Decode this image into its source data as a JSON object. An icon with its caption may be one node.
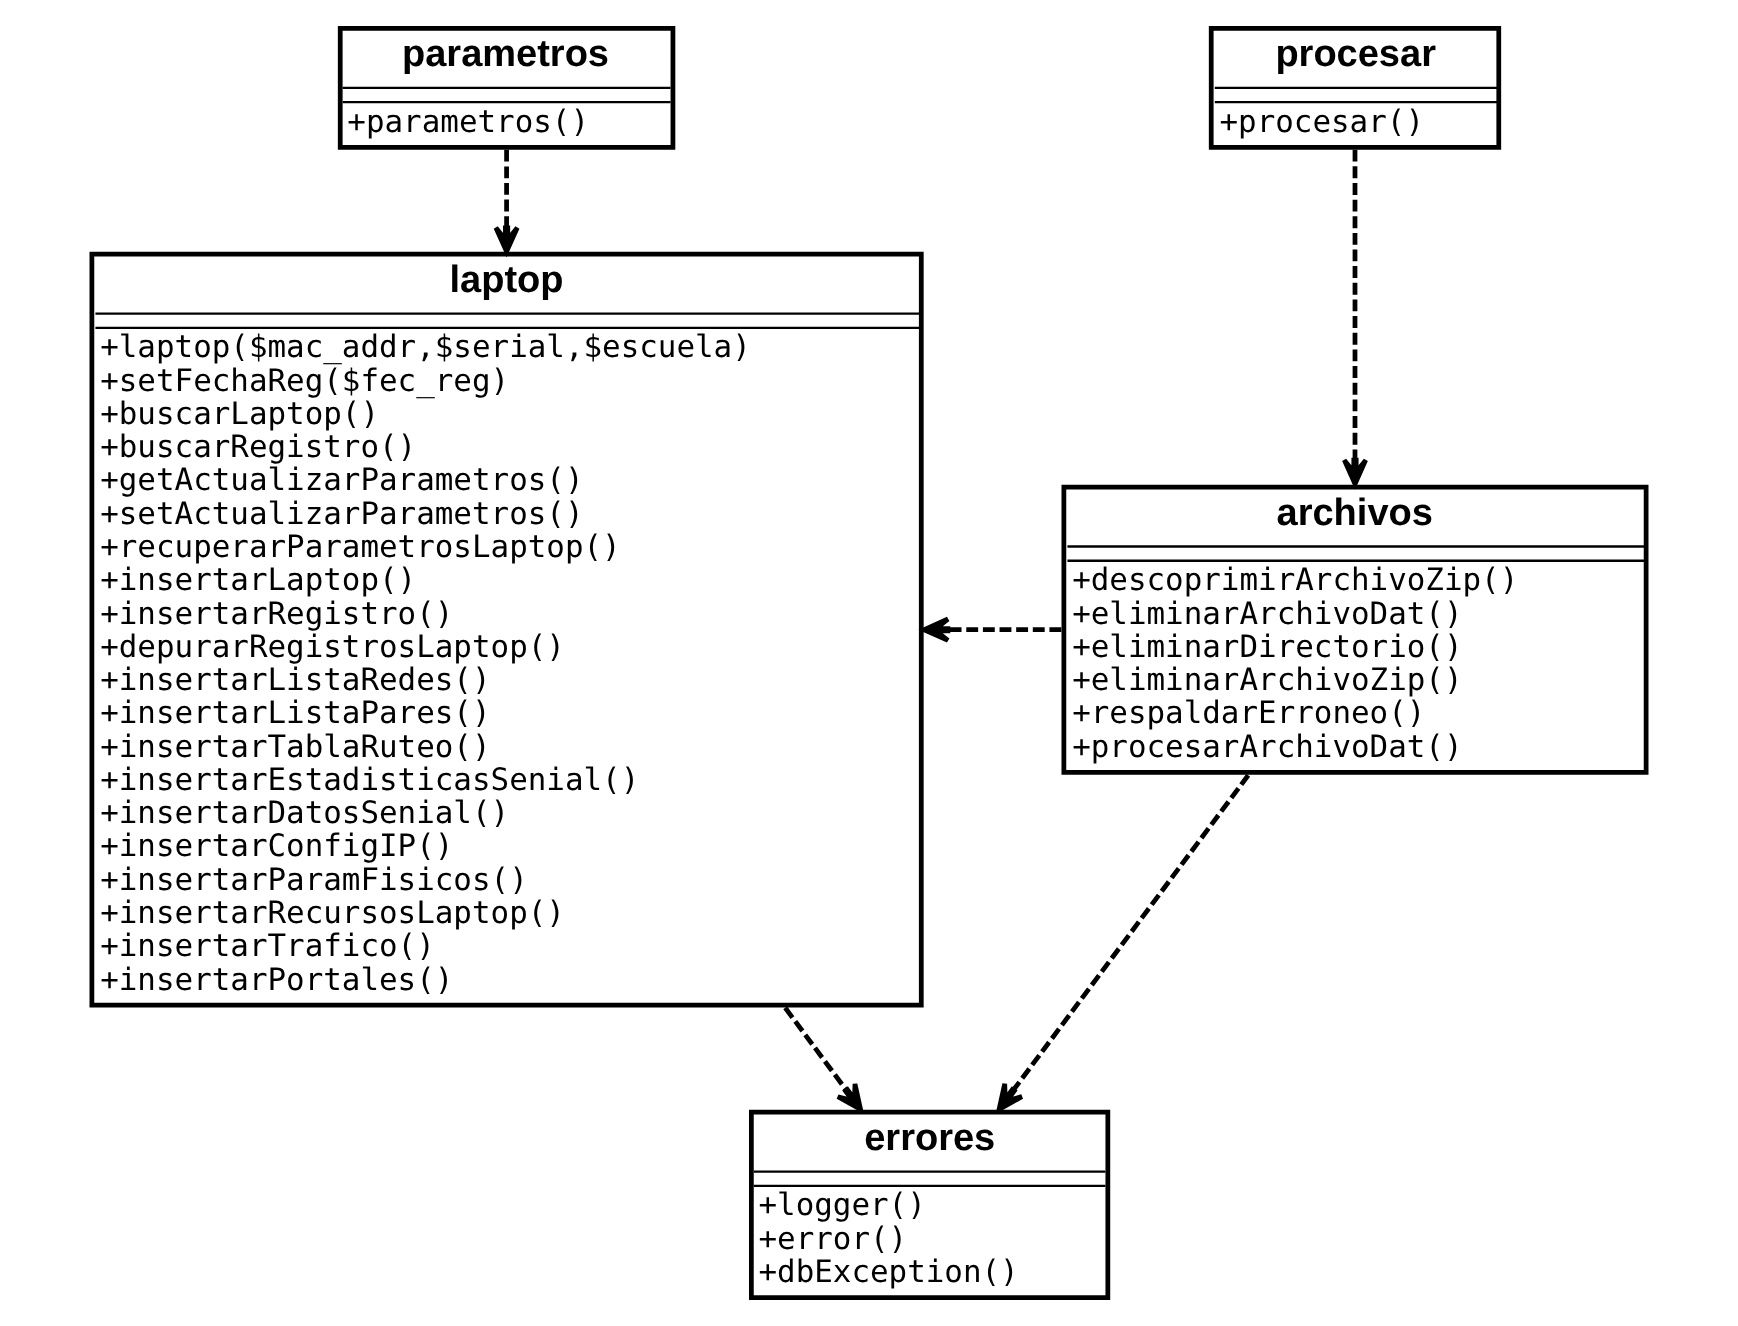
{
  "diagram": {
    "nodes": [
      {
        "text": [
          "parametros",
          "+parametros()"
        ]
      },
      {
        "text": [
          "procesar",
          "+procesar()"
        ]
      },
      {
        "text": [
          "laptop",
          "+laptop($mac_addr,$serial,$escuela)",
          "+setFechaReg($fec_reg)",
          "+buscarLaptop()",
          "+buscarRegistro()",
          "+getActualizarParametros()",
          "+setActualizarParametros()",
          "+recuperarParametrosLaptop()",
          "+insertarLaptop()",
          "+insertarRegistro()",
          "+depurarRegistrosLaptop()",
          "+insertarListaRedes()",
          "+insertarListaPares()",
          "+insertarTablaRuteo()",
          "+insertarEstadisticasSenial()",
          "+insertarDatosSenial()",
          "+insertarConfigIP()",
          "+insertarParamFisicos()",
          "+insertarRecursosLaptop()",
          "+insertarTrafico()",
          "+insertarPortales()"
        ]
      },
      {
        "text": [
          "archivos",
          "+descoprimirArchivoZip()",
          "+eliminarArchivoDat()",
          "+eliminarDirectorio()",
          "+eliminarArchivoZip()",
          "+respaldarErroneo()",
          "+procesarArchivoDat()"
        ]
      },
      {
        "text": [
          "errores",
          "+logger()",
          "+error()",
          "+dbException()"
        ]
      }
    ],
    "edges": [
      {
        "from": 0,
        "to": 2,
        "arrow": "to",
        "style": "dashed"
      },
      {
        "from": 1,
        "to": 3,
        "arrow": "to",
        "style": "dashed"
      },
      {
        "from": 3,
        "to": 2,
        "arrow": "to",
        "style": "dashed"
      },
      {
        "from": 3,
        "to": 4,
        "arrow": "to",
        "style": "dashed"
      },
      {
        "from": 2,
        "to": 4,
        "arrow": "to",
        "style": "dashed"
      }
    ]
  }
}
